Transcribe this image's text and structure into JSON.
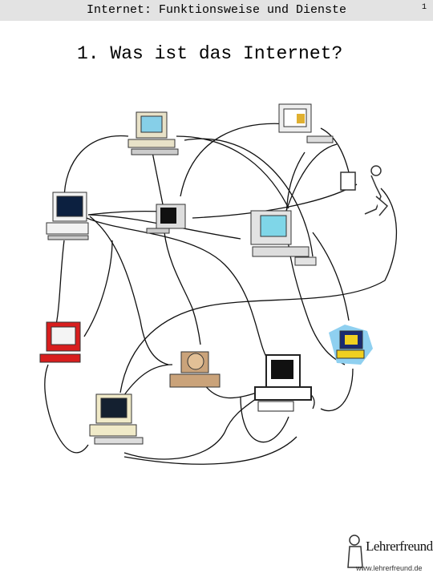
{
  "header": {
    "title": "Internet: Funktionsweise und Dienste",
    "page_number": "1"
  },
  "heading": "1. Was ist das Internet?",
  "logo": {
    "title": "Lehrerfreund",
    "url": "www.lehrerfreund.de"
  },
  "icons": [
    "computer-icon",
    "computer-icon",
    "computer-icon",
    "computer-icon",
    "computer-icon",
    "computer-icon",
    "computer-icon",
    "computer-icon",
    "computer-icon",
    "person-icon"
  ]
}
